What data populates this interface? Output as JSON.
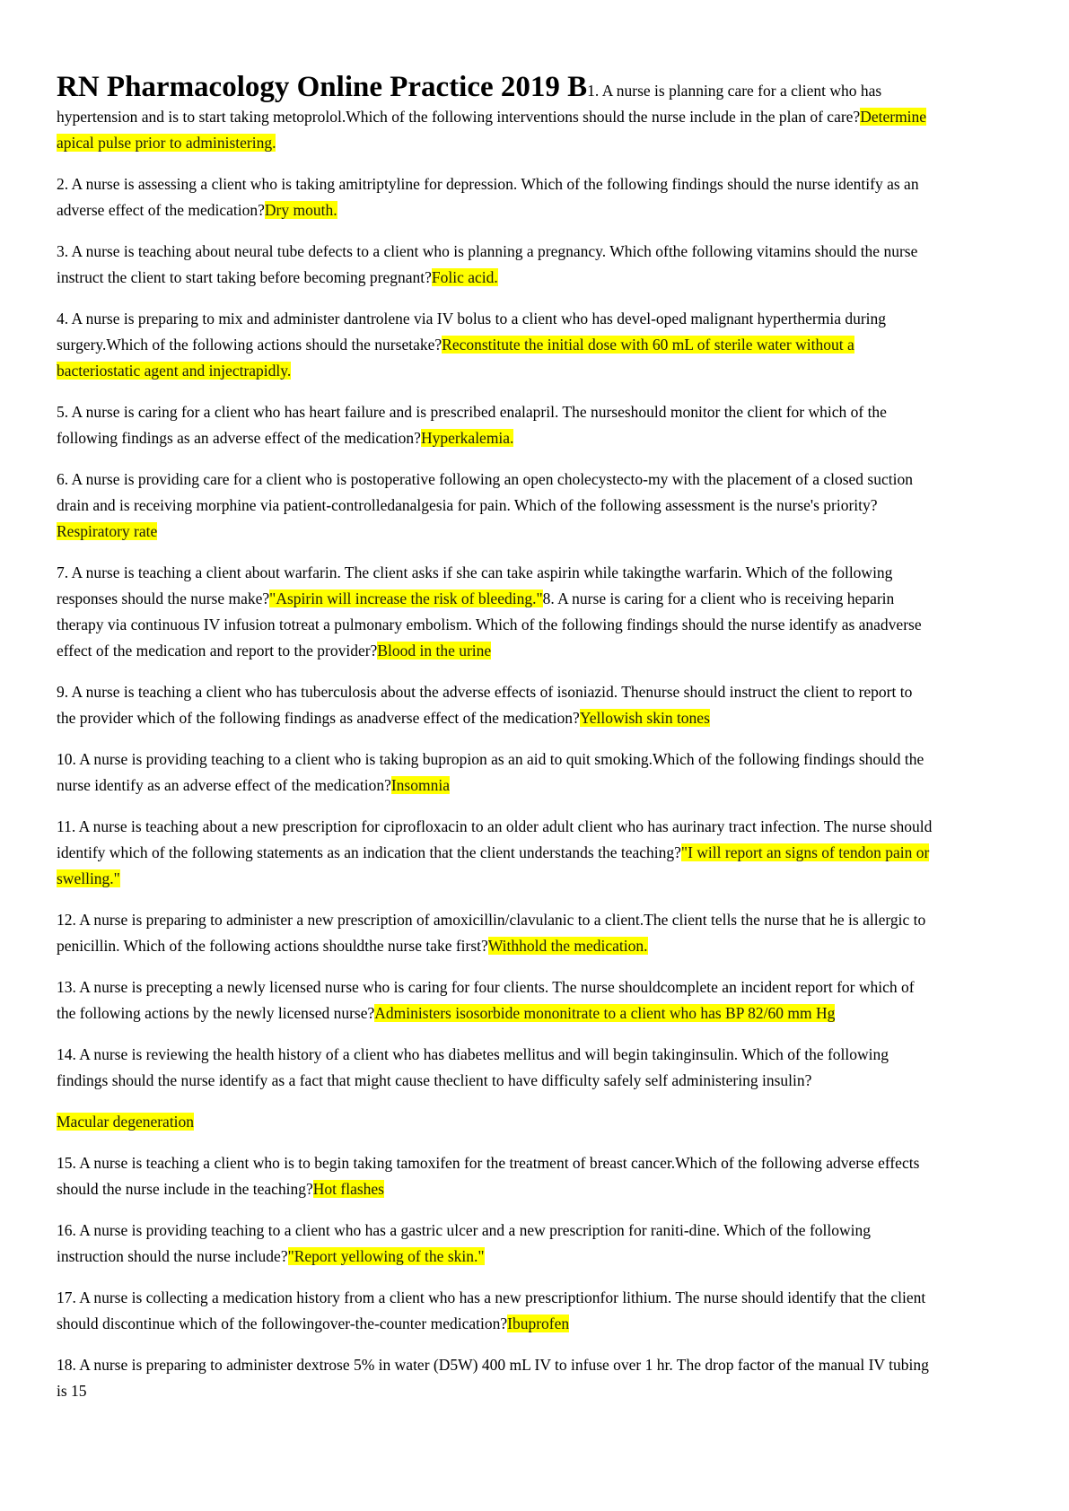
{
  "page": {
    "title": "RN Pharmacology Online Practice 2019 B",
    "highlight_color": "#ffff00",
    "text_color": "#000000",
    "paragraphs": [
      {
        "name": "question-1",
        "segments": [
          {
            "style": "title",
            "text": "RN Pharmacology Online Practice 2019 B"
          },
          {
            "style": "normal",
            "text": "1. A nurse is planning care for a client who has hypertension and is to start taking metoprolol.Which of the following interventions should the nurse include in the plan of care?"
          },
          {
            "style": "highlight",
            "text": "Determine apical pulse prior to administering."
          }
        ]
      },
      {
        "name": "question-2",
        "segments": [
          {
            "style": "normal",
            "text": "2. A nurse is assessing a client who is taking amitriptyline for depression. Which of the following findings should the nurse identify as an adverse effect of the medication?"
          },
          {
            "style": "highlight",
            "text": "Dry mouth."
          }
        ]
      },
      {
        "name": "question-3",
        "segments": [
          {
            "style": "normal",
            "text": "3. A nurse is teaching about neural tube defects to a client who is planning a pregnancy. Which ofthe following vitamins should the nurse instruct the client to start taking before becoming pregnant?"
          },
          {
            "style": "highlight",
            "text": "Folic acid."
          }
        ]
      },
      {
        "name": "question-4",
        "segments": [
          {
            "style": "normal",
            "text": "4. A nurse is preparing to mix and administer dantrolene via IV bolus to a client who has devel-oped malignant hyperthermia during surgery.Which of the following actions should the nursetake?"
          },
          {
            "style": "highlight",
            "text": "Reconstitute the initial dose with 60 mL of sterile water without a bacteriostatic agent and injectrapidly."
          }
        ]
      },
      {
        "name": "question-5",
        "segments": [
          {
            "style": "normal",
            "text": "5. A nurse is caring for a client who has heart failure and is prescribed enalapril. The nurseshould monitor the client for which of the following findings as an adverse effect of the medication?"
          },
          {
            "style": "highlight",
            "text": "Hyperkalemia."
          }
        ]
      },
      {
        "name": "question-6",
        "segments": [
          {
            "style": "normal",
            "text": "6. A nurse is providing care for a client who is postoperative following an open cholecystecto-my with the placement of a closed suction drain and is receiving morphine via patient-controlledanalgesia for pain. Which of the following assessment is the nurse's priority?"
          },
          {
            "style": "highlight",
            "text": "Respiratory rate"
          }
        ]
      },
      {
        "name": "question-7-8",
        "segments": [
          {
            "style": "normal",
            "text": "7. A nurse is teaching a client about warfarin. The client asks if she can take aspirin while takingthe warfarin. Which of the following responses should the nurse make?"
          },
          {
            "style": "highlight",
            "text": "\"Aspirin will increase the risk of bleeding.\""
          },
          {
            "style": "normal",
            "text": "8. A nurse is caring for a client who is receiving heparin therapy via continuous IV infusion totreat a pulmonary embolism. Which of the following findings should the nurse identify as anadverse effect of the medication and report to the provider?"
          },
          {
            "style": "highlight",
            "text": "Blood in the urine"
          }
        ]
      },
      {
        "name": "question-9",
        "segments": [
          {
            "style": "normal",
            "text": "9. A nurse is teaching a client who has tuberculosis about the adverse effects of isoniazid. Thenurse should instruct the client to report to the provider which of the following findings as anadverse effect of the medication?"
          },
          {
            "style": "highlight",
            "text": "Yellowish skin tones"
          }
        ]
      },
      {
        "name": "question-10",
        "segments": [
          {
            "style": "normal",
            "text": "10. A nurse is providing teaching to a client who is taking bupropion as an aid to quit smoking.Which of the following findings should the nurse identify as an adverse effect of the medication?"
          },
          {
            "style": "highlight",
            "text": "Insomnia"
          }
        ]
      },
      {
        "name": "question-11",
        "segments": [
          {
            "style": "normal",
            "text": "11. A nurse is teaching about a new prescription for ciprofloxacin to an older adult client who has aurinary tract infection. The nurse should identify which of the following statements as an indication that the client understands the teaching?"
          },
          {
            "style": "highlight",
            "text": "\"I will report an signs of tendon pain or swelling.\""
          }
        ]
      },
      {
        "name": "question-12",
        "segments": [
          {
            "style": "normal",
            "text": "12. A nurse is preparing to administer a new prescription of amoxicillin/clavulanic to a client.The client tells the nurse that he is allergic to penicillin. Which of the following actions shouldthe nurse take first?"
          },
          {
            "style": "highlight",
            "text": "Withhold the medication."
          }
        ]
      },
      {
        "name": "question-13",
        "segments": [
          {
            "style": "normal",
            "text": "13. A nurse is precepting a newly licensed nurse who is caring for four clients. The nurse shouldcomplete an incident report for which of the following actions by the newly licensed nurse?"
          },
          {
            "style": "highlight",
            "text": "Administers isosorbide mononitrate to a client who has BP 82/60 mm Hg"
          }
        ]
      },
      {
        "name": "question-14",
        "segments": [
          {
            "style": "normal",
            "text": "14. A nurse is reviewing the health history of a client who has diabetes mellitus and will begin takinginsulin. Which of the following findings should the nurse identify as a fact that might cause theclient to have difficulty safely self administering insulin?"
          }
        ]
      },
      {
        "name": "answer-14",
        "segments": [
          {
            "style": "highlight",
            "text": "Macular degeneration"
          }
        ]
      },
      {
        "name": "question-15",
        "segments": [
          {
            "style": "normal",
            "text": "15. A nurse is teaching a client who is to begin taking tamoxifen for the treatment of breast cancer.Which of the following adverse effects should the nurse include in the teaching?"
          },
          {
            "style": "highlight",
            "text": "Hot flashes"
          }
        ]
      },
      {
        "name": "question-16",
        "segments": [
          {
            "style": "normal",
            "text": "16. A nurse is providing teaching to a client who has a gastric ulcer and a new prescription for raniti-dine. Which of the following instruction should the nurse include?"
          },
          {
            "style": "highlight",
            "text": "\"Report yellowing of the skin.\""
          }
        ]
      },
      {
        "name": "question-17",
        "segments": [
          {
            "style": "normal",
            "text": "17. A nurse is collecting a medication history from a client who has a new prescriptionfor lithium. The nurse should identify that the client should discontinue which of the followingover-the-counter medication?"
          },
          {
            "style": "highlight",
            "text": "Ibuprofen"
          }
        ]
      },
      {
        "name": "question-18",
        "segments": [
          {
            "style": "normal",
            "text": "18. A nurse is preparing to administer dextrose 5% in water (D5W) 400 mL IV to infuse over 1 hr. The drop factor of the manual IV tubing is 15"
          }
        ]
      }
    ]
  }
}
